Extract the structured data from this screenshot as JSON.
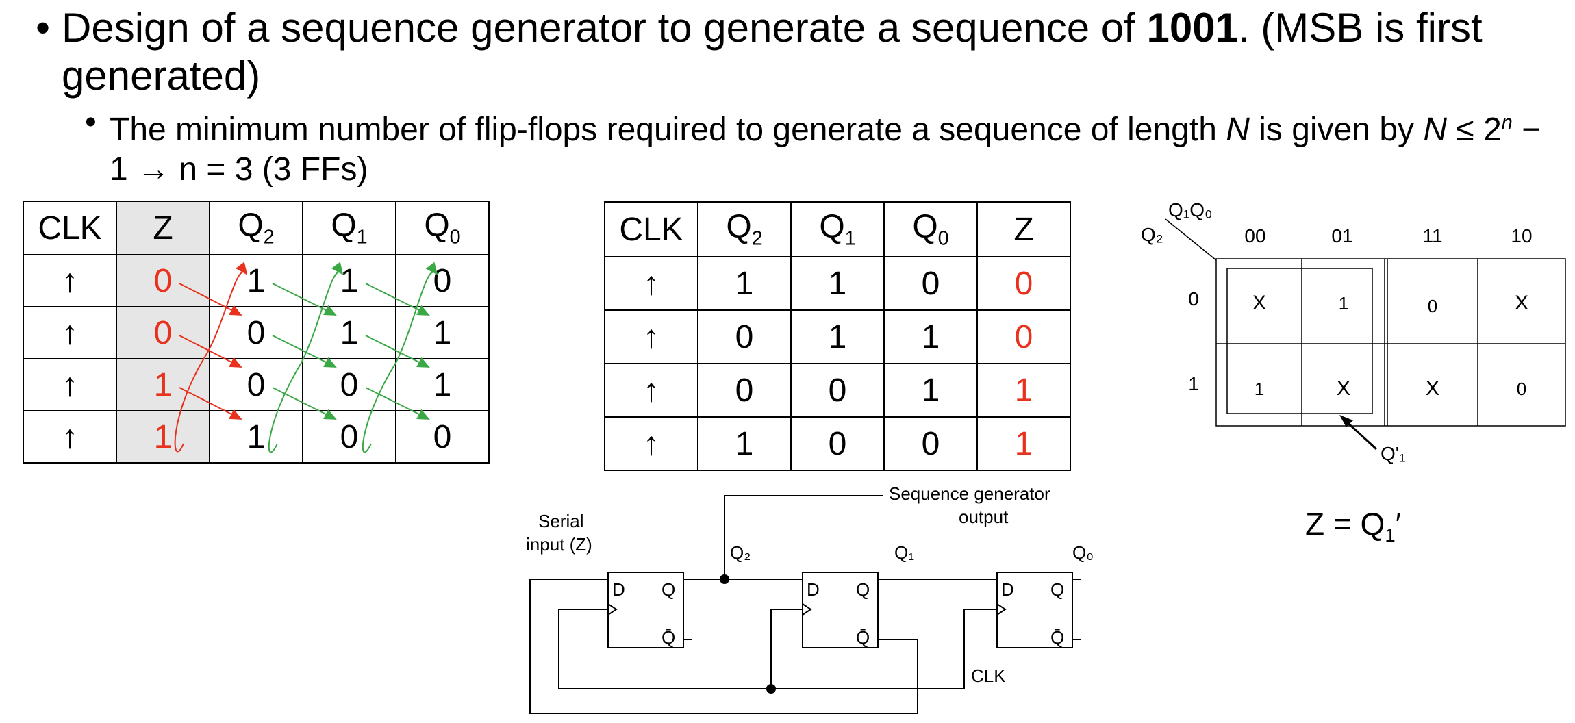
{
  "bullet1": {
    "pre": "Design of a sequence generator to generate a sequence of ",
    "seq": "1001",
    "post": ". (MSB is first generated)"
  },
  "bullet2": {
    "pre": "The minimum number of flip-flops required to generate a sequence of length ",
    "N": "N",
    "mid": " is given by ",
    "N2": "N",
    "ineq": " ≤ 2",
    "exp": "n",
    "post": " − 1 → n = 3 (3 FFs)"
  },
  "table1": {
    "headers": [
      "CLK",
      "Z",
      "Q",
      "Q",
      "Q"
    ],
    "header_subs": [
      "2",
      "1",
      "0"
    ],
    "rows": [
      [
        "↑",
        "0",
        "1",
        "1",
        "0"
      ],
      [
        "↑",
        "0",
        "0",
        "1",
        "1"
      ],
      [
        "↑",
        "1",
        "0",
        "0",
        "1"
      ],
      [
        "↑",
        "1",
        "1",
        "0",
        "0"
      ]
    ]
  },
  "table2": {
    "headers": [
      "CLK",
      "Q",
      "Q",
      "Q",
      "Z"
    ],
    "header_subs": [
      "2",
      "1",
      "0"
    ],
    "rows": [
      [
        "↑",
        "1",
        "1",
        "0",
        "0"
      ],
      [
        "↑",
        "0",
        "1",
        "1",
        "0"
      ],
      [
        "↑",
        "0",
        "0",
        "1",
        "1"
      ],
      [
        "↑",
        "1",
        "0",
        "0",
        "1"
      ]
    ]
  },
  "kmap": {
    "col_var": "Q₁Q₀",
    "row_var": "Q₂",
    "col_heads": [
      "00",
      "01",
      "11",
      "10"
    ],
    "row_heads": [
      "0",
      "1"
    ],
    "cells": [
      [
        "X",
        "1",
        "0",
        "X"
      ],
      [
        "1",
        "X",
        "X",
        "0"
      ]
    ],
    "group_label": "Q'₁"
  },
  "circuit": {
    "serial_in": "Serial",
    "serial_in2": "input (Z)",
    "output_label": "Sequence generator",
    "output_label2": "output",
    "clk": "CLK",
    "q_labels": [
      "Q₂",
      "Q₁",
      "Q₀"
    ],
    "ff_d": "D",
    "ff_q": "Q",
    "ff_qbar": "Q̄"
  },
  "equation": {
    "text": "Z = Q",
    "sub": "1",
    "prime": "′"
  },
  "colors": {
    "red": "#e8321e",
    "green": "#3aa845",
    "shade": "#e6e6e6"
  }
}
